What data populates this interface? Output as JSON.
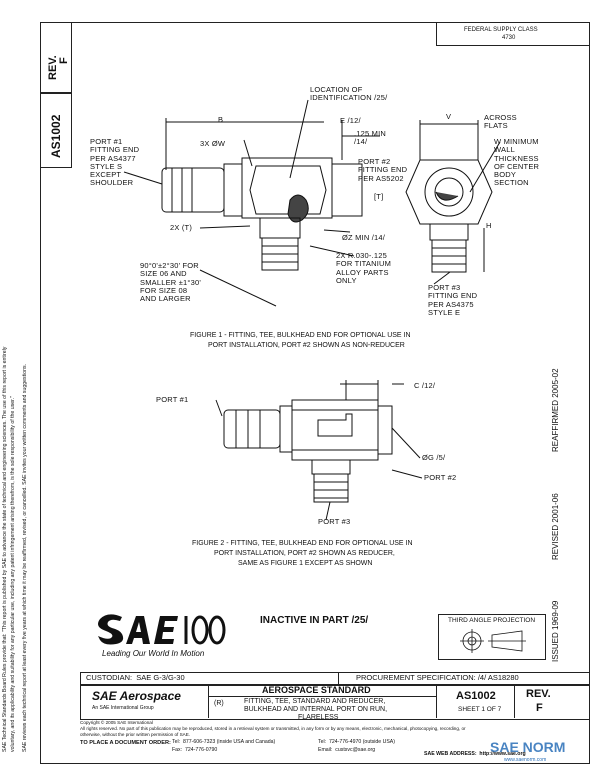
{
  "header": {
    "rev_label": "REV.",
    "rev_value": "F",
    "doc_number": "AS1002",
    "federal_line1": "FEDERAL SUPPLY CLASS",
    "federal_line2": "4730"
  },
  "disclaimer": {
    "line1": "SAE Technical Standards Board Rules provide that: \"This report is published by SAE to advance the state of technical and engineering sciences. The use of this report is entirely",
    "line2": "voluntary, and its applicability and suitability for any particular use, including any patent infringement arising therefrom, is the sole responsibility of the user.\"",
    "line3": "SAE reviews each technical report at least every five years at which time it may be reaffirmed, revised, or cancelled. SAE invites your written comments and suggestions."
  },
  "figure1": {
    "labels": {
      "location": "LOCATION OF\nIDENTIFICATION /25/",
      "b": "B",
      "e": "E /12/",
      "min125": ".125 MIN\n/14/",
      "three_x": "3X ØW",
      "port1": "PORT #1\nFITTING END\nPER AS4377\nSTYLE S\nEXCEPT\nSHOULDER",
      "port2": "PORT #2\nFITTING END\nPER AS5202",
      "t": "[T]",
      "two_x": "2X (T)",
      "angle": "90°0'±2°30' FOR\nSIZE 06 AND\nSMALLER ±1°30'\nFOR SIZE 08\nAND LARGER",
      "z_min": "ØZ MIN /14/",
      "radius": "2X R.030-.125\nFOR TITANIUM\nALLOY PARTS\nONLY",
      "v": "V",
      "across": "ACROSS\nFLATS",
      "w_min": "W MINIMUM\nWALL\nTHICKNESS\nOF CENTER\nBODY\nSECTION",
      "h": "H",
      "port3": "PORT #3\nFITTING END\nPER AS4375\nSTYLE E"
    },
    "caption_line1": "FIGURE 1 - FITTING, TEE, BULKHEAD END FOR OPTIONAL USE IN",
    "caption_line2": "PORT INSTALLATION, PORT #2 SHOWN AS NON-REDUCER"
  },
  "figure2": {
    "labels": {
      "c": "C /12/",
      "port1": "PORT #1",
      "d": "ØG /5/",
      "port2": "PORT #2",
      "port3": "PORT #3"
    },
    "caption_line1": "FIGURE 2 - FITTING, TEE, BULKHEAD END FOR OPTIONAL USE IN",
    "caption_line2": "PORT INSTALLATION, PORT #2 SHOWN AS REDUCER,",
    "caption_line3": "SAME AS FIGURE 1 EXCEPT AS SHOWN"
  },
  "side_dates": {
    "reaffirmed": "REAFFIRMED 2005-02",
    "revised": "REVISED 2001-06",
    "issued": "ISSUED 1969-09"
  },
  "inactive": "INACTIVE IN PART /25/",
  "third_angle": "THIRD ANGLE PROJECTION",
  "logo": {
    "tagline": "Leading Our World In Motion"
  },
  "custodian": "CUSTODIAN:  SAE G-3/G-30",
  "procurement": "PROCUREMENT SPECIFICATION: /4/ AS18280",
  "title_block": {
    "brand": "SAE Aerospace",
    "brand_sub": "An SAE International Group",
    "standard": "AEROSPACE STANDARD",
    "r": "(R)",
    "title_line1": "FITTING, TEE, STANDARD AND REDUCER,",
    "title_line2": "BULKHEAD AND INTERNAL PORT ON RUN,",
    "title_line3": "FLARELESS",
    "number": "AS1002",
    "sheet": "SHEET 1 OF 7",
    "rev_label": "REV.",
    "rev_value": "F"
  },
  "footer": {
    "copyright": "Copyright © 2005 SAE International",
    "rights": "All rights reserved. No part of this publication may be reproduced, stored in a retrieval system or transmitted, in any form or by any means, electronic, mechanical, photocopying, recording, or",
    "rights2": "otherwise, without the prior written permission of SAE.",
    "order": "TO PLACE A DOCUMENT ORDER:",
    "tel1": "Tel:  877-606-7323 (inside USA and Canada)",
    "tel2": "Tel:  724-776-4970 (outside USA)",
    "fax": "Fax:  724-776-0790",
    "email": "Email:  custsvc@sae.org",
    "web": "SAE WEB ADDRESS:  http://www.sae.org"
  },
  "watermark": {
    "text": "SAE NORM",
    "sub": "www.saenorm.com"
  }
}
